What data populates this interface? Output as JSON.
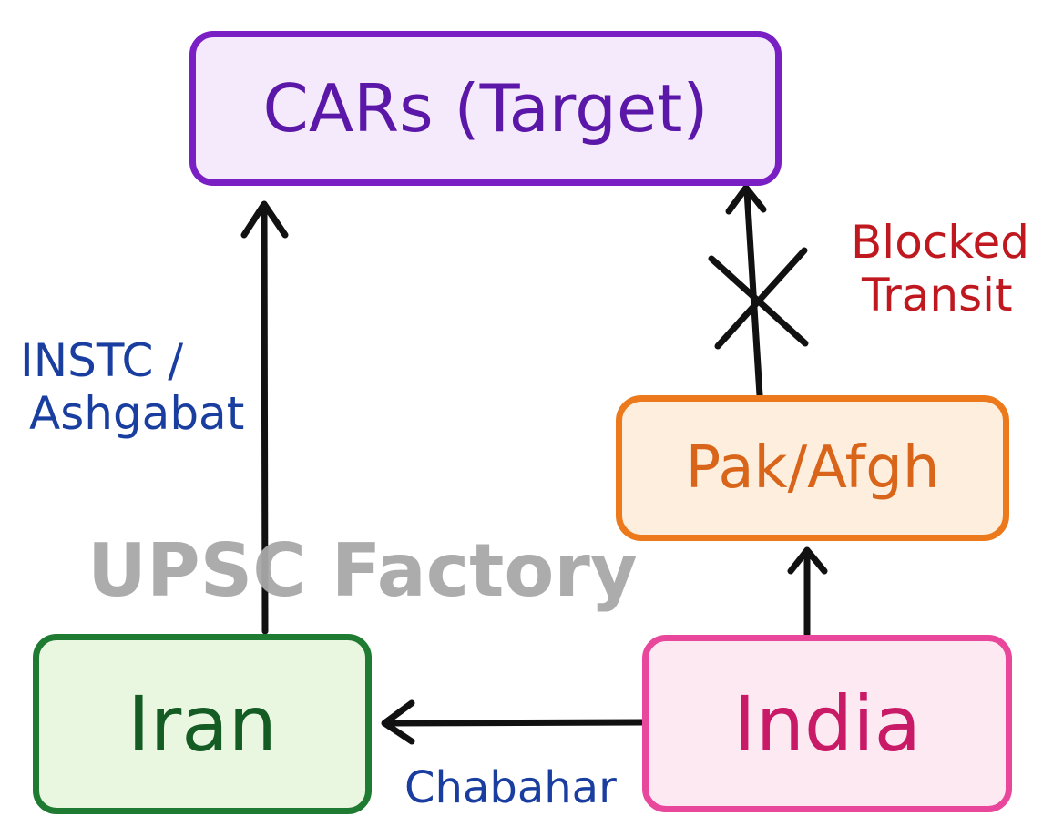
{
  "nodes": {
    "cars": {
      "label": "CARs (Target)"
    },
    "pak_afgh": {
      "label": "Pak/Afgh"
    },
    "iran": {
      "label": "Iran"
    },
    "india": {
      "label": "India"
    }
  },
  "edge_labels": {
    "instc_line1": "INSTC /",
    "instc_line2": "Ashgabat",
    "blocked_line1": "Blocked",
    "blocked_line2": "Transit",
    "chabahar": "Chabahar"
  },
  "watermark": "UPSC Factory",
  "colors": {
    "cars_border": "#7a1fc4",
    "cars_fill": "#f5eafc",
    "cars_text": "#5b17a8",
    "pak_border": "#ec7a1c",
    "pak_fill": "#fdeedd",
    "pak_text": "#d9651a",
    "iran_border": "#1f7a32",
    "iran_fill": "#e9f7e1",
    "iran_text": "#145c24",
    "india_border": "#e8479b",
    "india_fill": "#fde9f2",
    "india_text": "#c81a66",
    "route_label": "#1a3ea0",
    "blocked_label": "#c0181f",
    "arrow": "#111111"
  }
}
